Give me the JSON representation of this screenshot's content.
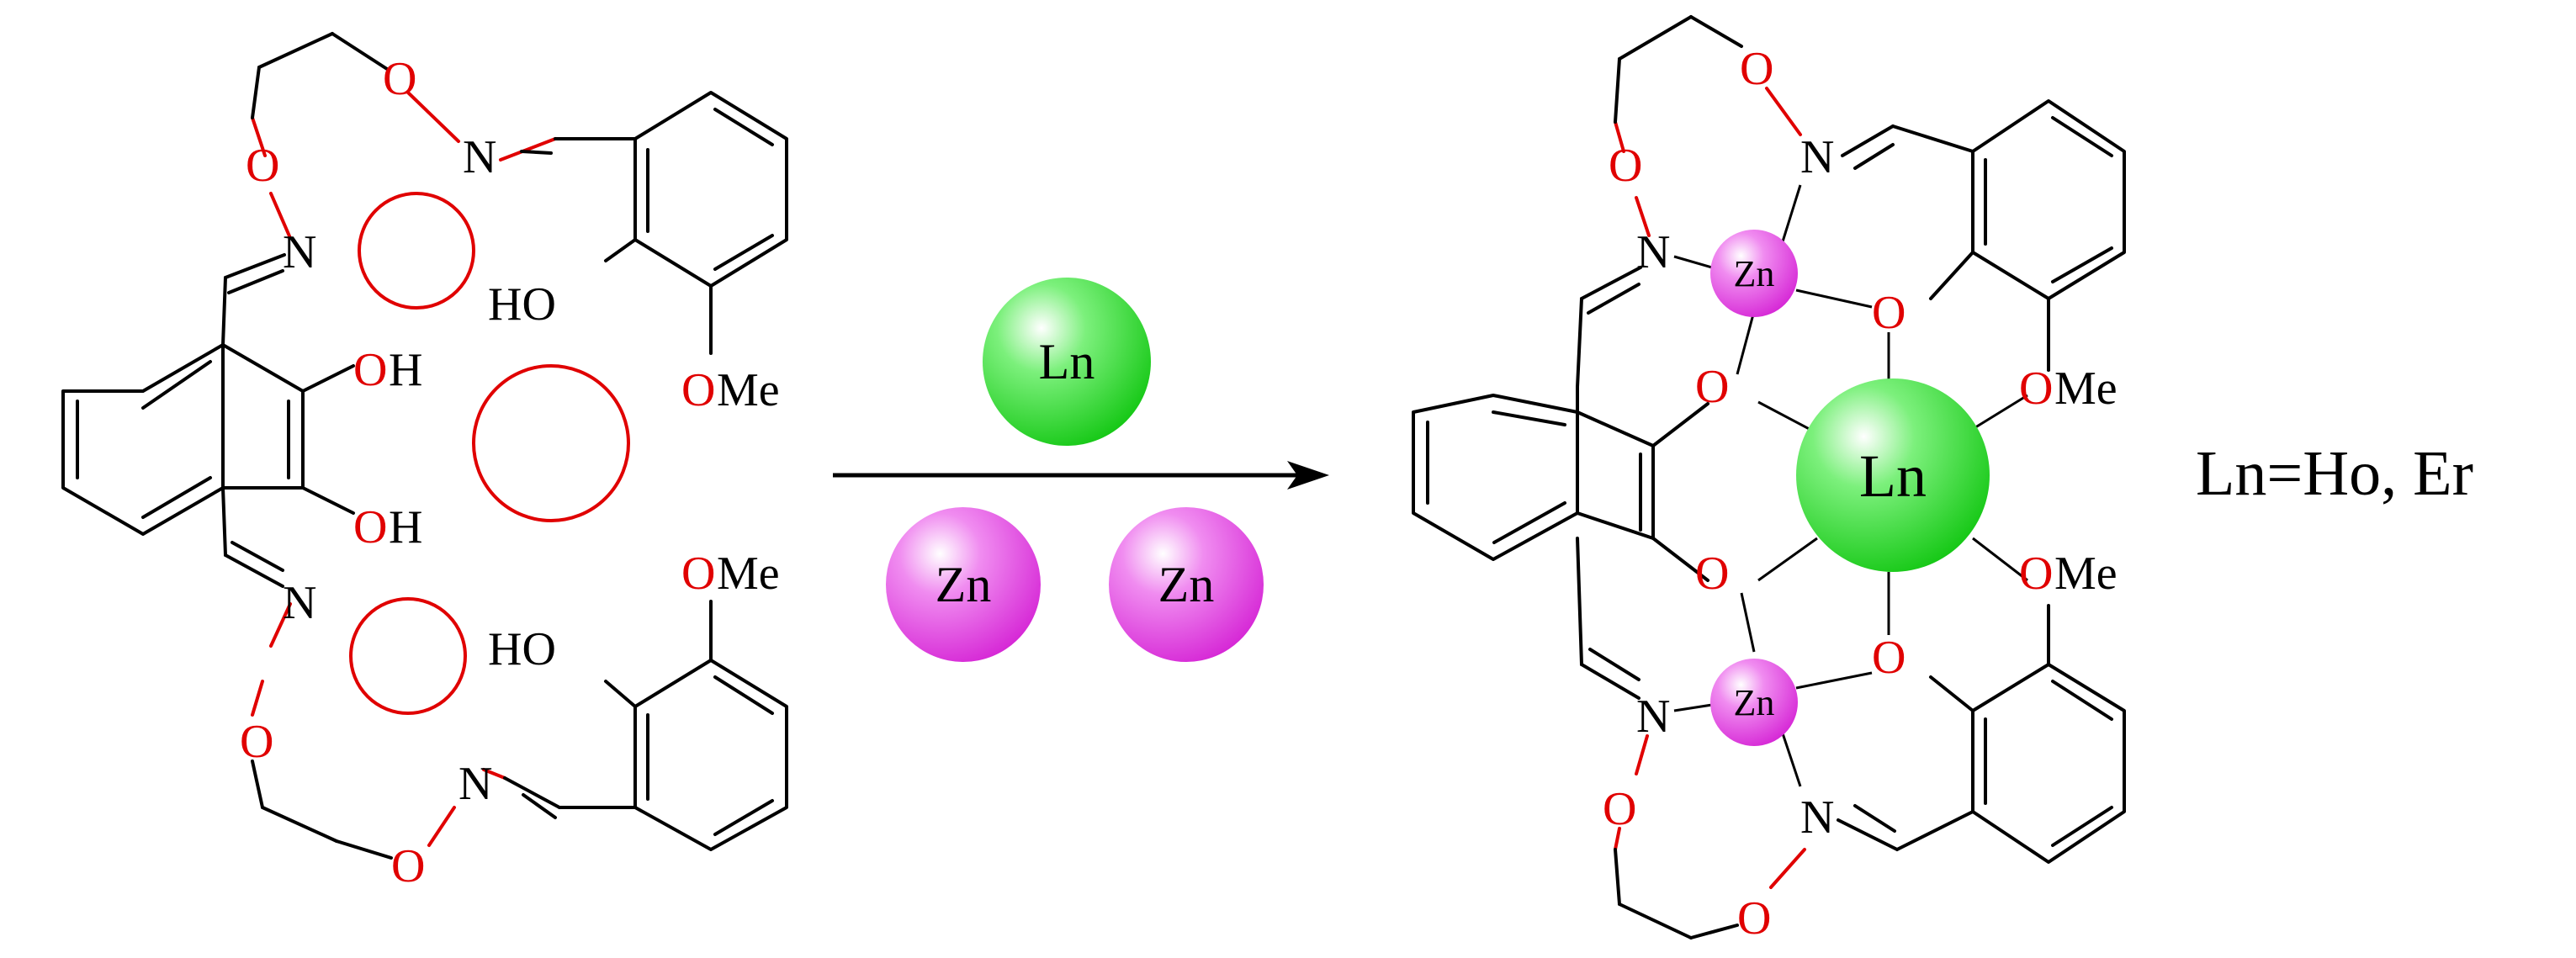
{
  "colors": {
    "oxygen_nitrogen_red": "#e00000",
    "bond_black": "#000000",
    "zn_sphere": "#e040e0",
    "ln_sphere": "#22dd22"
  },
  "atoms": {
    "O": "O",
    "N": "N",
    "OH": "OH",
    "HO": "HO",
    "H": "H",
    "Me": "Me"
  },
  "reagents": {
    "ln": "Ln",
    "zn1": "Zn",
    "zn2": "Zn"
  },
  "product": {
    "ln_center": "Ln",
    "zn_top": "Zn",
    "zn_bottom": "Zn"
  },
  "legend": "Ln=Ho, Er"
}
